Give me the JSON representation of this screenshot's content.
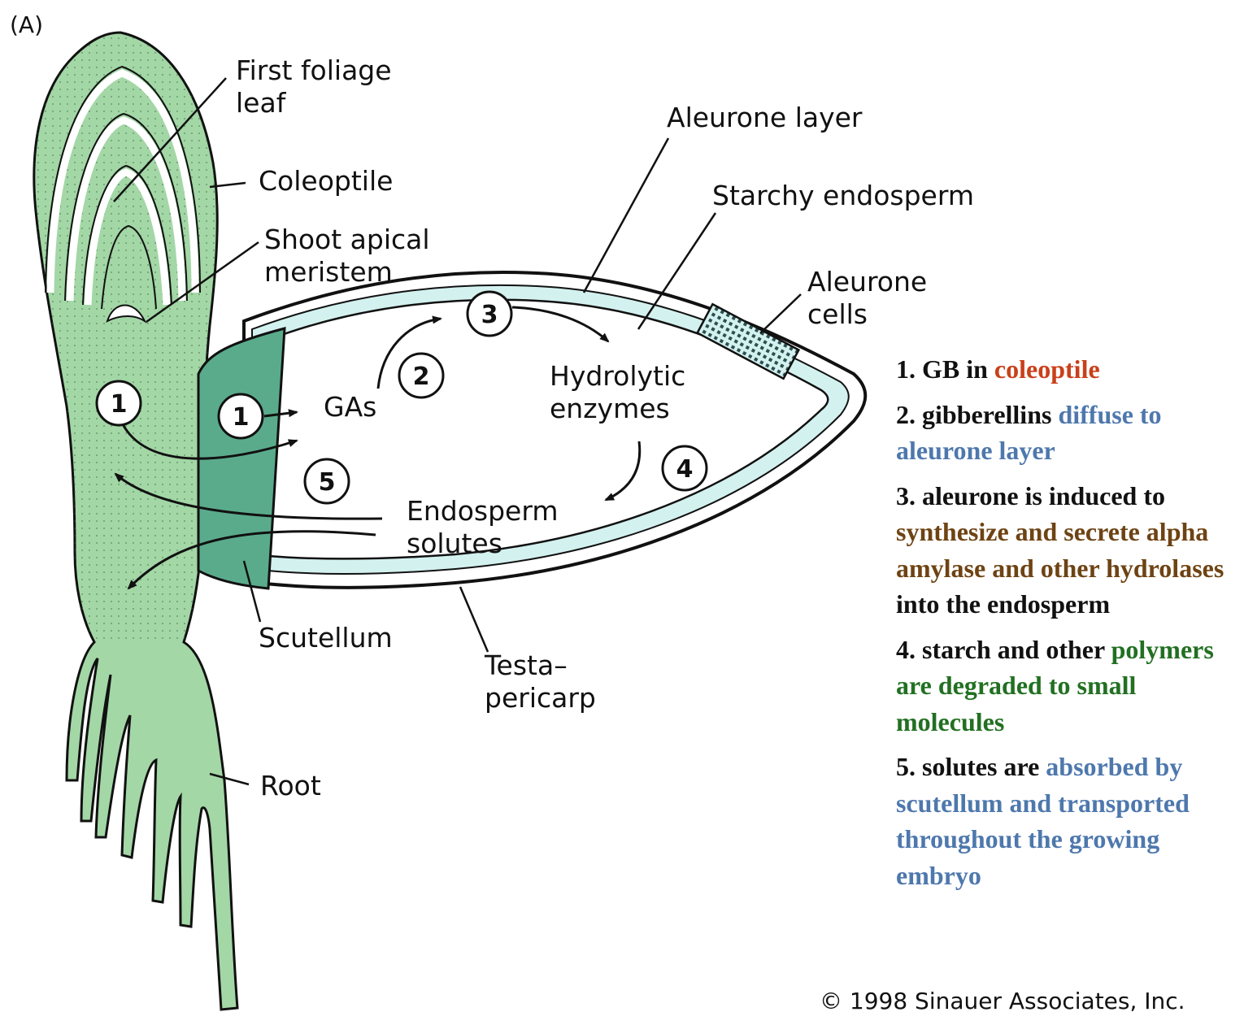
{
  "panel_label": "(A)",
  "labels": {
    "first_foliage_leaf": [
      "First foliage",
      "leaf"
    ],
    "coleoptile": "Coleoptile",
    "shoot_apical_meristem": [
      "Shoot apical",
      "meristem"
    ],
    "aleurone_layer": "Aleurone layer",
    "starchy_endosperm": "Starchy endosperm",
    "aleurone_cells": [
      "Aleurone",
      "cells"
    ],
    "gas": "GAs",
    "hydrolytic_enzymes": [
      "Hydrolytic",
      "enzymes"
    ],
    "endosperm_solutes": [
      "Endosperm",
      "solutes"
    ],
    "scutellum": "Scutellum",
    "testa_pericarp": [
      "Testa–",
      "pericarp"
    ],
    "root": "Root"
  },
  "step_markers": [
    "1",
    "1",
    "2",
    "3",
    "4",
    "5"
  ],
  "notes": [
    [
      {
        "text": "1. GB in ",
        "tone": "black"
      },
      {
        "text": "coleoptile",
        "tone": "red"
      }
    ],
    [
      {
        "text": "2.  gibberellins ",
        "tone": "black"
      },
      {
        "text": "diffuse to aleurone layer",
        "tone": "blue"
      }
    ],
    [
      {
        "text": "3.  aleurone is induced to ",
        "tone": "black"
      },
      {
        "text": "synthesize and secrete alpha amylase and other hydrolases",
        "tone": "brown"
      },
      {
        "text": " into the endosperm",
        "tone": "black"
      }
    ],
    [
      {
        "text": "4.  starch and other ",
        "tone": "black"
      },
      {
        "text": "polymers are degraded to small molecules",
        "tone": "green"
      }
    ],
    [
      {
        "text": "5.  solutes are ",
        "tone": "black"
      },
      {
        "text": "absorbed by scutellum and transported throughout the growing embryo",
        "tone": "blue"
      }
    ]
  ],
  "credit": "© 1998 Sinauer Associates, Inc.",
  "colors": {
    "embryo_fill": "#a3d7a6",
    "scutellum_fill": "#5aab8c",
    "aleurone_band": "#d3f1ef",
    "text_red": "#c9401a",
    "text_blue": "#4e78ad",
    "text_brown": "#6e4313",
    "text_green": "#227022"
  }
}
